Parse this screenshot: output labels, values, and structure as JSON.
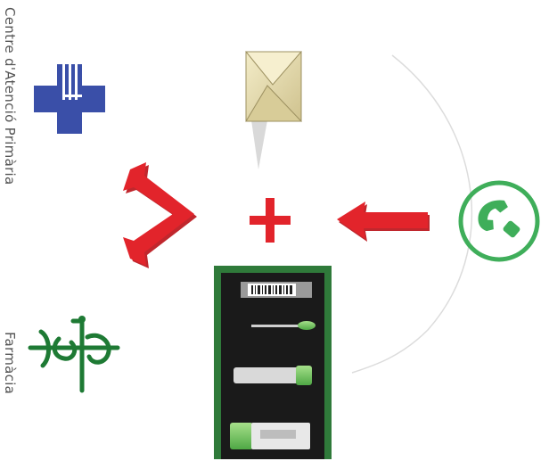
{
  "labels": {
    "primary_care_centre": "Centre d'Atenció Primària",
    "pharmacy": "Farmàcia"
  },
  "colors": {
    "care_cross_blue": "#3a4fa8",
    "arrow_red": "#e2242b",
    "phone_green": "#3fae5a",
    "plus_red": "#e2242b",
    "pharmacy_green": "#1e7a34",
    "envelope_beige": "#e9dfb0",
    "kit_black": "#1a1a1a",
    "kit_frame_green": "#2f7a3a"
  },
  "icons": {
    "care_centre": "health-cross-icon",
    "pharmacy": "caduceus-icon",
    "envelope": "envelope-icon",
    "arrow_bidirectional": "double-arrow-icon",
    "arrow_left": "arrow-left-icon",
    "phone": "phone-icon",
    "plus": "plus-icon",
    "kit": "sample-kit-image"
  }
}
